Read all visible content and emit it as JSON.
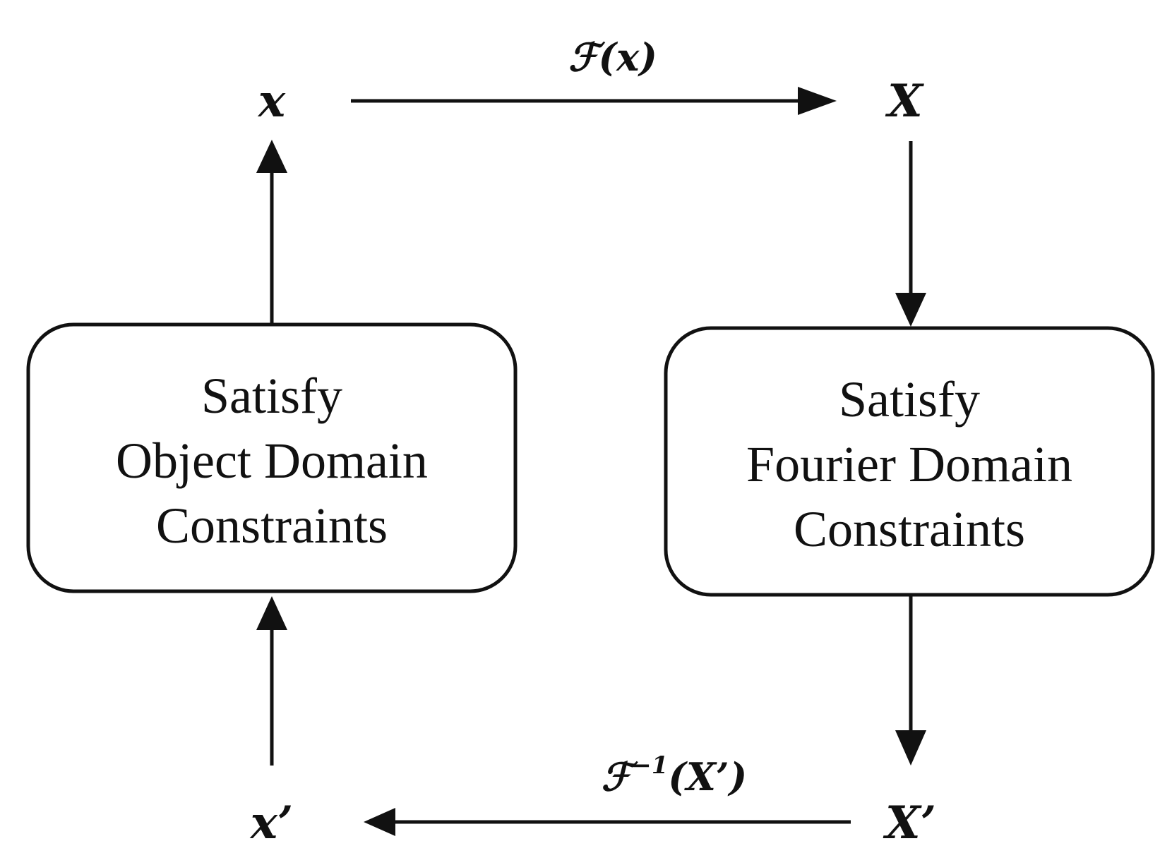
{
  "nodes": {
    "x": "x",
    "X": "X",
    "x_prime": "x’",
    "X_prime": "X’"
  },
  "operators": {
    "forward_fn": "ℱ",
    "forward_arg": "(x)",
    "inverse_fn": "ℱ",
    "inverse_sup": "−1",
    "inverse_arg": "(X’)"
  },
  "boxes": {
    "object_domain": {
      "line1": "Satisfy",
      "line2": "Object Domain",
      "line3": "Constraints"
    },
    "fourier_domain": {
      "line1": "Satisfy",
      "line2": "Fourier Domain",
      "line3": "Constraints"
    }
  },
  "colors": {
    "stroke": "#111111",
    "background": "#ffffff"
  }
}
